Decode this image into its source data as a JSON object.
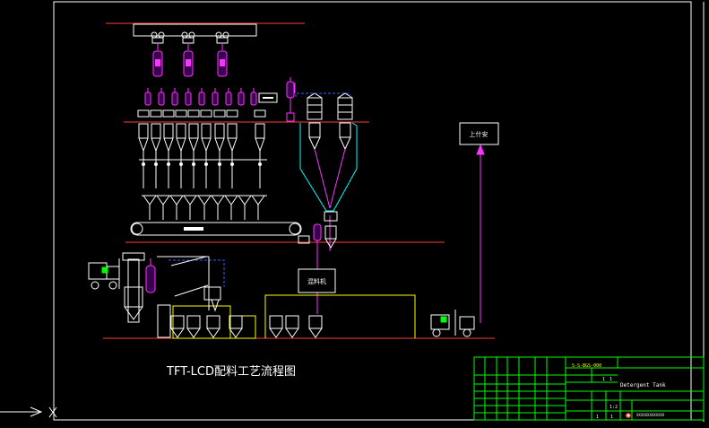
{
  "drawing": {
    "title": "TFT-LCD配料工艺流程图",
    "box_right_label": "上什安",
    "box_center_label": "混料机",
    "colors": {
      "background": "#000000",
      "frame": "#ffffff",
      "floor_line": "#ff3b3b",
      "equipment": "#ffffff",
      "bag": "#ff33ff",
      "bag_dark": "#3a0050",
      "flow": "#ff33ff",
      "hopper_outline": "#00ffff",
      "dashed_line": "#3b5bff",
      "yellow": "#ffff00",
      "green": "#00ff00",
      "titleblock": "#00ff00",
      "titleblock_text": "#ffffff",
      "titleblock_text_alt": "#ffff00"
    }
  },
  "titleblock": {
    "drawing_no": "S-S-BGS-000",
    "material_value": "1",
    "quantity_value": "1",
    "project_name": "Detergent Tank",
    "scale_value": "1:2",
    "sheet_value": "1",
    "total_sheets": "1",
    "company_name": "XXXXXXXXXXXXX"
  },
  "ucs": {
    "x_label": "X"
  }
}
